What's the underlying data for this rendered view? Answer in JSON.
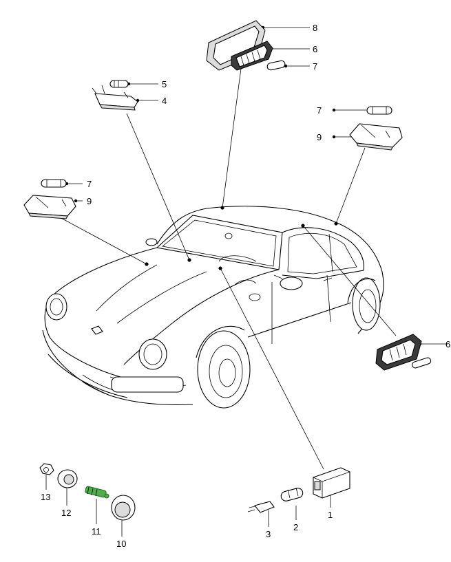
{
  "diagram": {
    "background": "#ffffff",
    "highlight_color": "#4fae4a",
    "callouts": {
      "c8": "8",
      "c6": "6",
      "c7_top": "7",
      "c5": "5",
      "c4": "4",
      "c7_right": "7",
      "c9_right": "9",
      "c7_left": "7",
      "c9_left": "9",
      "c13": "13",
      "c12": "12",
      "c11": "11",
      "c10": "10",
      "c3": "3",
      "c2": "2",
      "c1": "1",
      "c6_edge": "6"
    }
  }
}
